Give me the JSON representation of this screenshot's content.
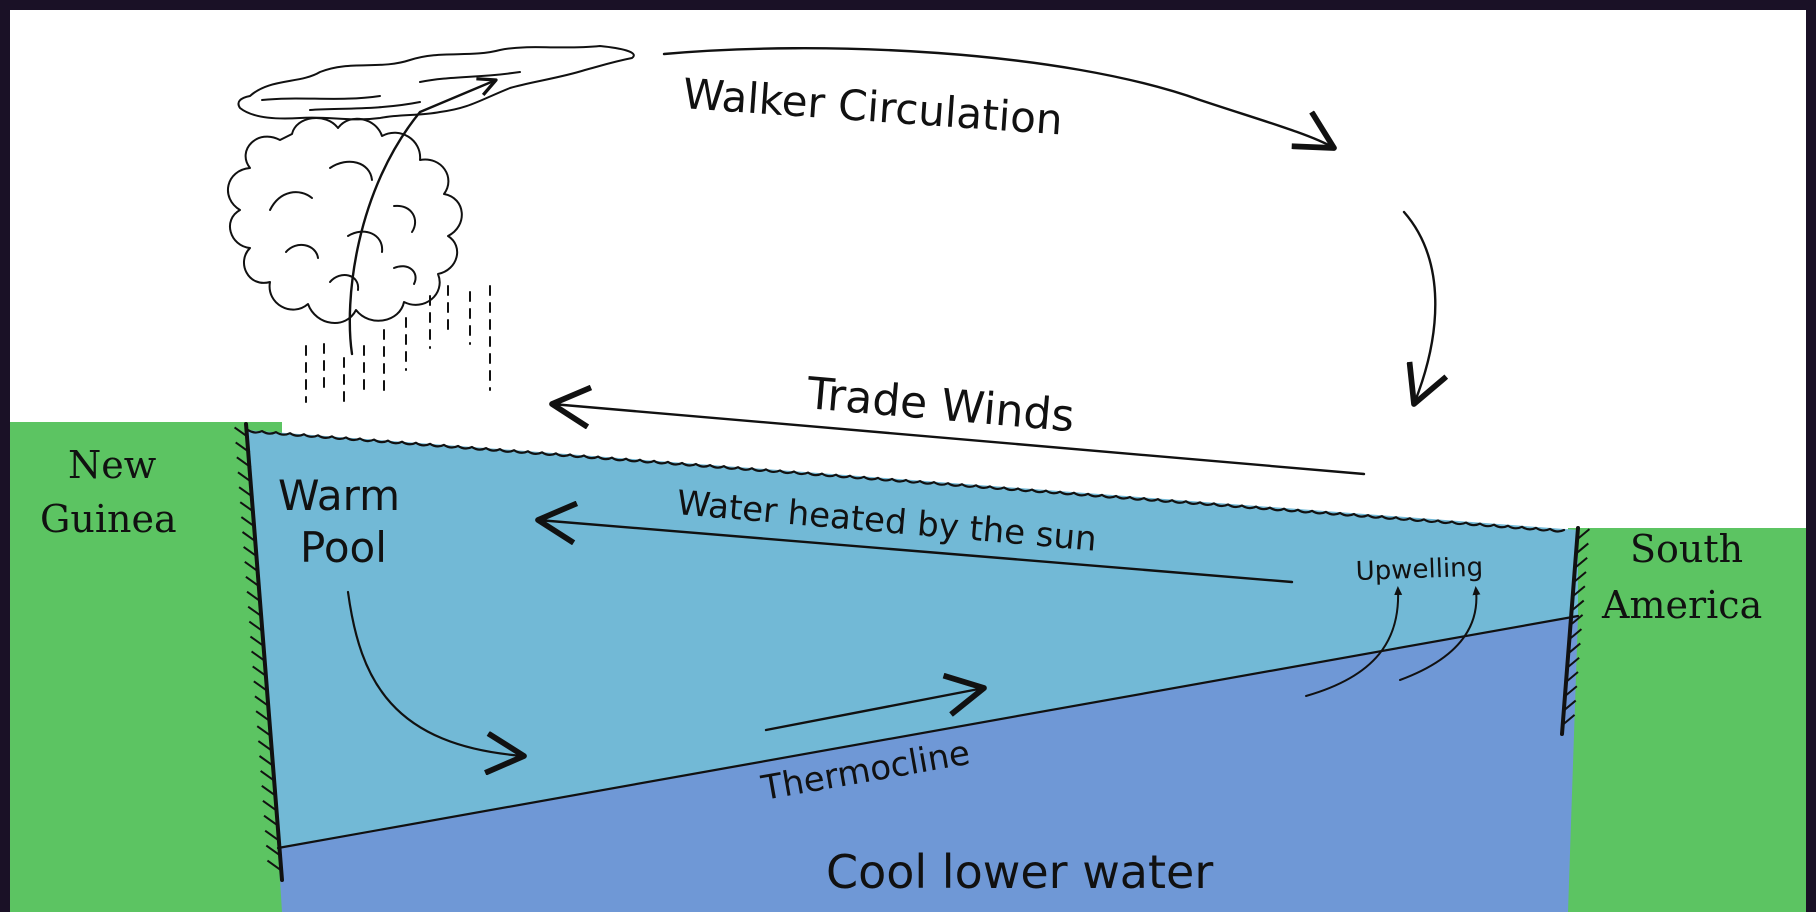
{
  "labels": {
    "walker_circulation": "Walker Circulation",
    "trade_winds": "Trade Winds",
    "water_heated": "Water heated by the sun",
    "upwelling": "Upwelling",
    "warm_pool_line1": "Warm",
    "warm_pool_line2": "Pool",
    "thermocline": "Thermocline",
    "cool_lower_water": "Cool lower water",
    "new_guinea_line1": "New",
    "new_guinea_line2": "Guinea",
    "south_america_line1": "South",
    "south_america_line2": "America"
  },
  "colors": {
    "frame": "#1a1126",
    "sky": "#ffffff",
    "land": "#5cc462",
    "warm_water": "#72b9d6",
    "cool_water": "#6f98d6",
    "ink": "#111111"
  },
  "icons": {
    "cloud": "cumulonimbus-cloud-icon",
    "rain": "rain-streaks-icon"
  }
}
